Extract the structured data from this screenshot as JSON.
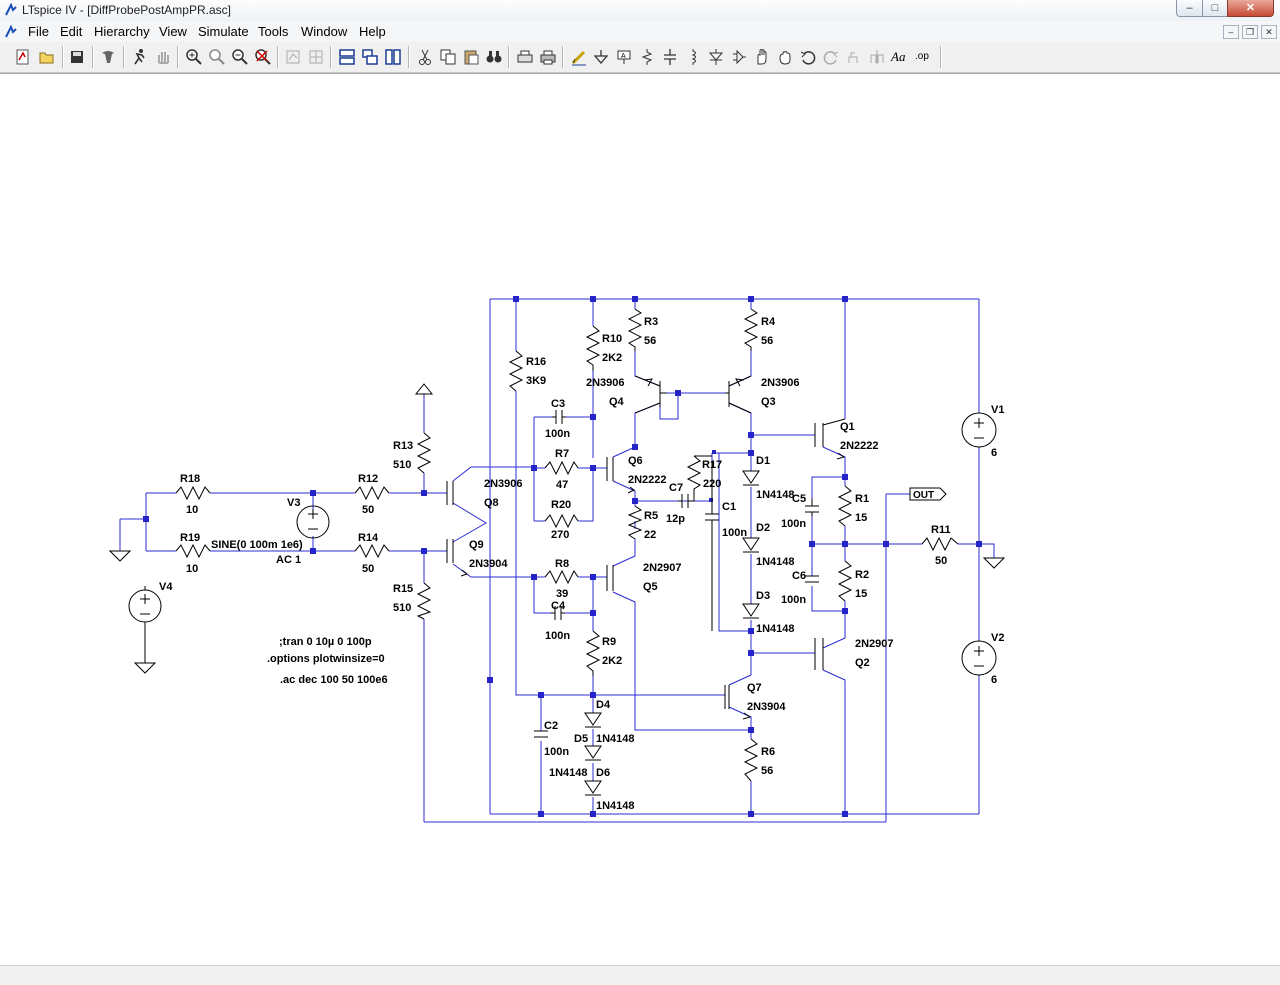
{
  "window": {
    "title": "LTspice IV - [DiffProbePostAmpPR.asc]",
    "buttons": {
      "minimize": "–",
      "maximize": "□",
      "close": "✕"
    }
  },
  "menu": {
    "items": [
      "File",
      "Edit",
      "Hierarchy",
      "View",
      "Simulate",
      "Tools",
      "Window",
      "Help"
    ],
    "mdi": {
      "minimize": "–",
      "restore": "❐",
      "close": "✕"
    }
  },
  "toolbar": {
    "tools": [
      {
        "icon": "new-schematic-icon"
      },
      {
        "icon": "open-icon"
      },
      {
        "icon": "save-icon"
      },
      {
        "icon": "control-panel-icon"
      },
      {
        "icon": "run-icon"
      },
      {
        "icon": "halt-icon"
      },
      {
        "icon": "zoom-in-icon"
      },
      {
        "icon": "pan-icon"
      },
      {
        "icon": "zoom-out-icon"
      },
      {
        "icon": "zoom-fit-icon"
      },
      {
        "icon": "autorange-icon"
      },
      {
        "icon": "cursor-icon"
      },
      {
        "icon": "tile-horizontal-icon"
      },
      {
        "icon": "cascade-icon"
      },
      {
        "icon": "tile-vertical-icon"
      },
      {
        "icon": "cut-icon"
      },
      {
        "icon": "copy-icon"
      },
      {
        "icon": "paste-icon"
      },
      {
        "icon": "find-icon"
      },
      {
        "icon": "print-setup-icon"
      },
      {
        "icon": "print-icon"
      },
      {
        "icon": "draw-wire-icon"
      },
      {
        "icon": "ground-icon"
      },
      {
        "icon": "label-net-icon"
      },
      {
        "icon": "resistor-icon"
      },
      {
        "icon": "capacitor-icon"
      },
      {
        "icon": "inductor-icon"
      },
      {
        "icon": "diode-icon"
      },
      {
        "icon": "component-icon"
      },
      {
        "icon": "move-icon"
      },
      {
        "icon": "drag-icon"
      },
      {
        "icon": "undo-icon"
      },
      {
        "icon": "redo-icon"
      },
      {
        "icon": "rotate-icon"
      },
      {
        "icon": "mirror-icon"
      },
      {
        "icon": "text-icon"
      },
      {
        "icon": "spice-directive-icon"
      }
    ],
    "text_tool_label": "Aa",
    "directive_tool_label": ".op"
  },
  "schematic": {
    "colors": {
      "wire": "#2b2bd4",
      "junction": "#2424c8",
      "symbol": "#000000",
      "background": "#ffffff"
    },
    "labels": {
      "r3": "R3",
      "r3v": "56",
      "r4": "R4",
      "r4v": "56",
      "r10": "R10",
      "r10v": "2K2",
      "r16": "R16",
      "r16v": "3K9",
      "q4m": "2N3906",
      "q4": "Q4",
      "q3m": "2N3906",
      "q3": "Q3",
      "c3": "C3",
      "c3v": "100n",
      "r7": "R7",
      "r7v": "47",
      "r20": "R20",
      "r20v": "270",
      "q6": "Q6",
      "q6m": "2N2222",
      "r17": "R17",
      "r17v": "220",
      "c7": "C7",
      "c7v": "12p",
      "r5": "R5",
      "r5v": "22",
      "c1": "C1",
      "c1v": "100n",
      "d1": "D1",
      "d1m": "1N4148",
      "d2": "D2",
      "d2m": "1N4148",
      "d3": "D3",
      "d3m": "1N4148",
      "q1": "Q1",
      "q1m": "2N2222",
      "c5": "C5",
      "c5v": "100n",
      "r1": "R1",
      "r1v": "15",
      "out": "OUT",
      "r11": "R11",
      "r11v": "50",
      "v1": "V1",
      "v1v": "6",
      "c6": "C6",
      "c6v": "100n",
      "r2": "R2",
      "r2v": "15",
      "q2m": "2N2907",
      "q2": "Q2",
      "v2": "V2",
      "v2v": "6",
      "r13": "R13",
      "r13v": "510",
      "r18": "R18",
      "r18v": "10",
      "r12": "R12",
      "r12v": "50",
      "v3": "V3",
      "q8m": "2N3906",
      "q8": "Q8",
      "q9": "Q9",
      "q9m": "2N3904",
      "r19": "R19",
      "r19v": "10",
      "sine": "SINE(0 100m 1e6)",
      "ac": "AC 1",
      "r14": "R14",
      "r14v": "50",
      "r15": "R15",
      "r15v": "510",
      "r8": "R8",
      "r8v": "39",
      "c4": "C4",
      "c4v": "100n",
      "q5m": "2N2907",
      "q5": "Q5",
      "r9": "R9",
      "r9v": "2K2",
      "v4": "V4",
      "q7": "Q7",
      "q7m": "2N3904",
      "d4": "D4",
      "c2": "C2",
      "c2v": "100n",
      "d5": "D5",
      "d5m": "1N4148",
      "d6m": "1N4148",
      "d6": "D6",
      "d7m": "1N4148",
      "r6": "R6",
      "r6v": "56"
    },
    "directives": [
      ";tran 0 10µ 0 100p",
      ".options plotwinsize=0",
      ".ac dec 100 50 100e6"
    ]
  }
}
